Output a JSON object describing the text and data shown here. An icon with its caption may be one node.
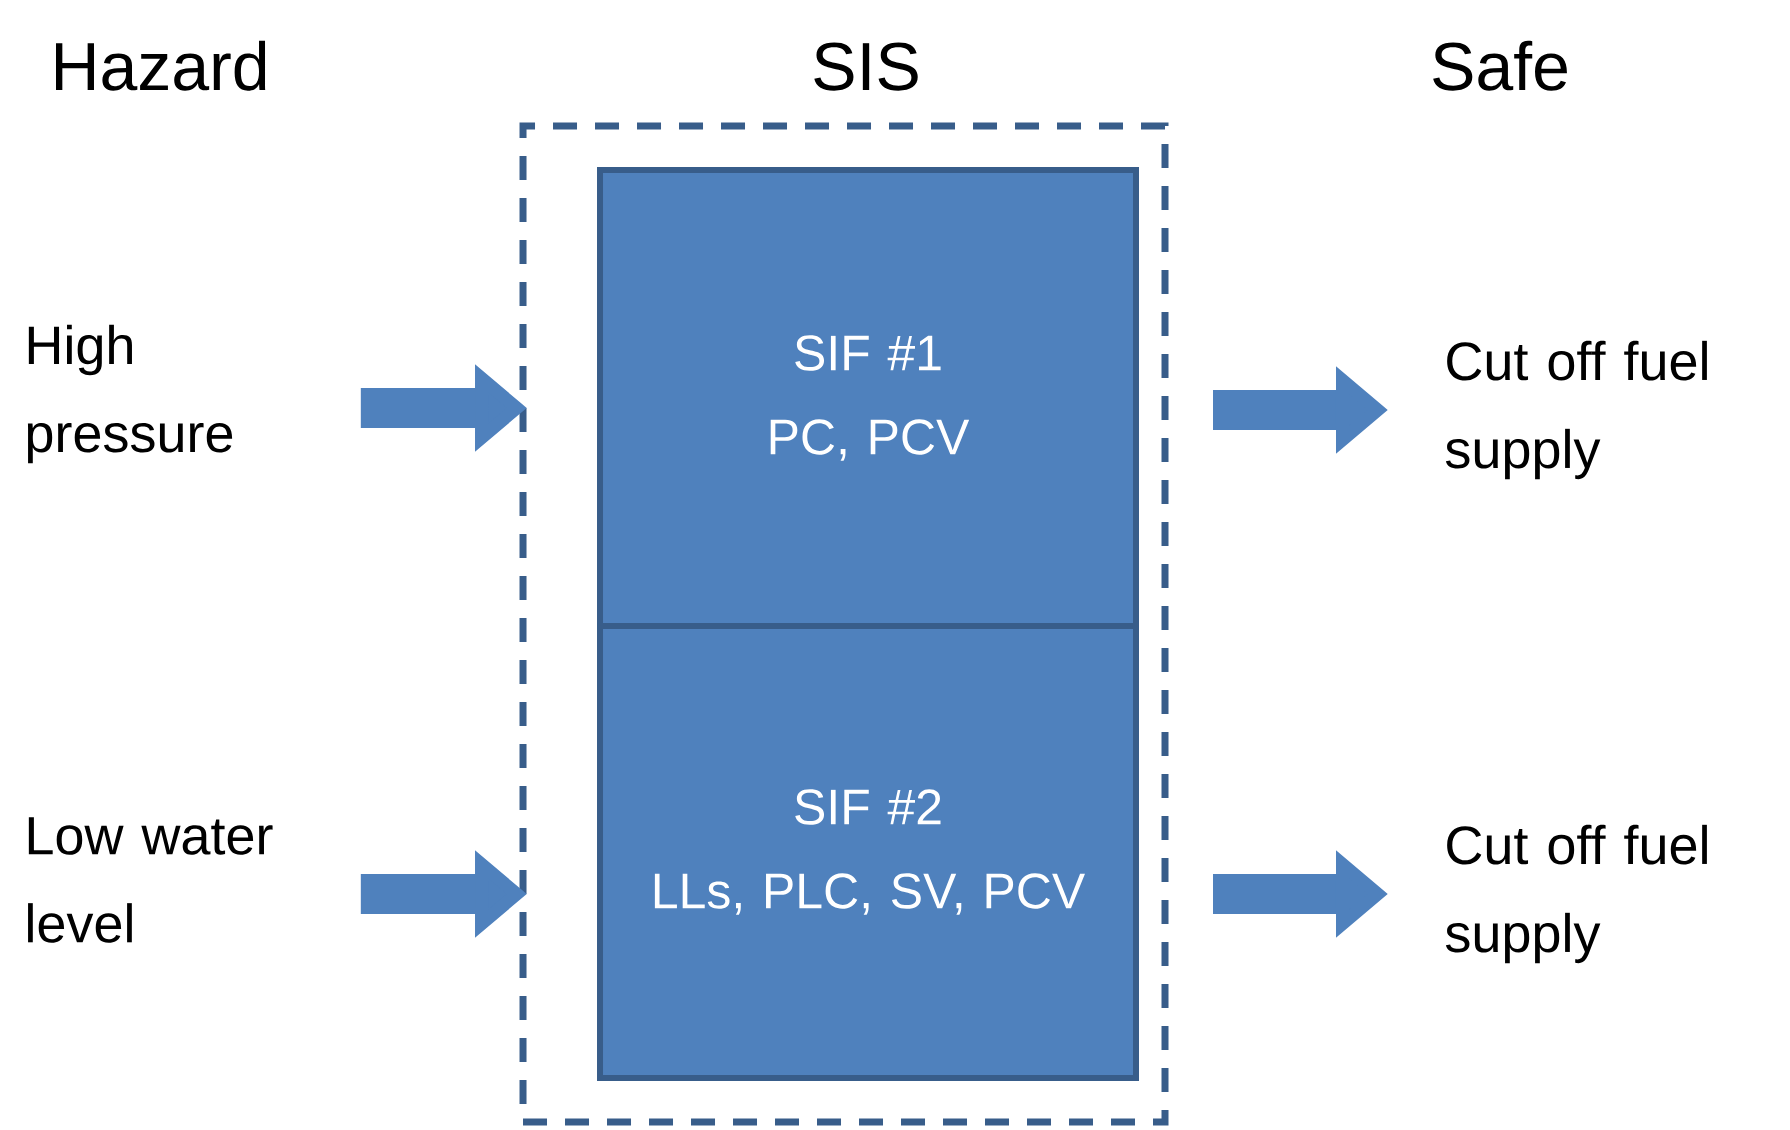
{
  "diagram": {
    "nodes": [
      {
        "text": [
          "SIS"
        ]
      },
      {
        "text": [
          "SIF #1",
          "PC, PCV"
        ],
        "in": 0
      },
      {
        "text": [
          "SIF #2",
          "LLs, PLC, SV, PCV"
        ],
        "in": 0
      },
      {
        "text": [
          "High pressure"
        ]
      },
      {
        "text": [
          "Low water level"
        ]
      },
      {
        "text": [
          "Cut off fuel supply"
        ]
      },
      {
        "text": [
          "Cut off fuel supply"
        ]
      }
    ],
    "edges": [
      {
        "from": 3,
        "to": 1,
        "arrow": "to"
      },
      {
        "from": 1,
        "to": 5,
        "arrow": "to"
      },
      {
        "from": 4,
        "to": 2,
        "arrow": "to"
      },
      {
        "from": 2,
        "to": 6,
        "arrow": "to"
      }
    ],
    "labels": [
      "Hazard",
      "Safe"
    ]
  }
}
